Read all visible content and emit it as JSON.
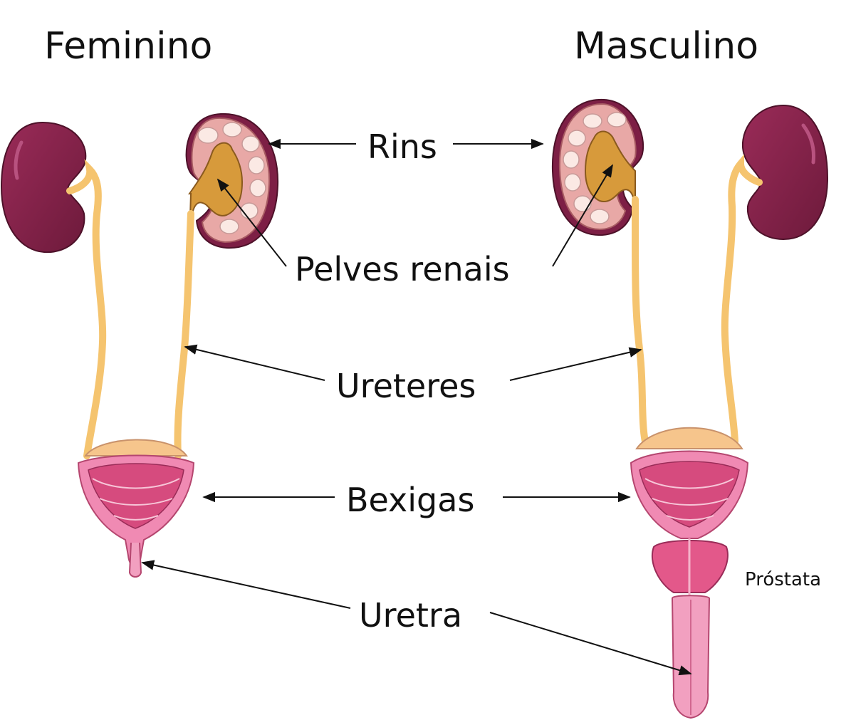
{
  "titles": {
    "female": "Feminino",
    "male": "Masculino"
  },
  "labels": {
    "kidneys": "Rins",
    "renal_pelvis": "Pelves renais",
    "ureters": "Ureteres",
    "bladders": "Bexigas",
    "urethra": "Uretra",
    "prostate": "Próstata"
  },
  "colors": {
    "kidney_outer": "#7d1f45",
    "kidney_cut": "#e8a8a6",
    "pelvis": "#d79a3b",
    "ureter": "#f5c46f",
    "bladder_wall": "#f08ab3",
    "bladder_inner": "#d64b7e",
    "bladder_top": "#f6c58c",
    "prostate": "#e3588a",
    "urethra": "#f2a0c0"
  }
}
